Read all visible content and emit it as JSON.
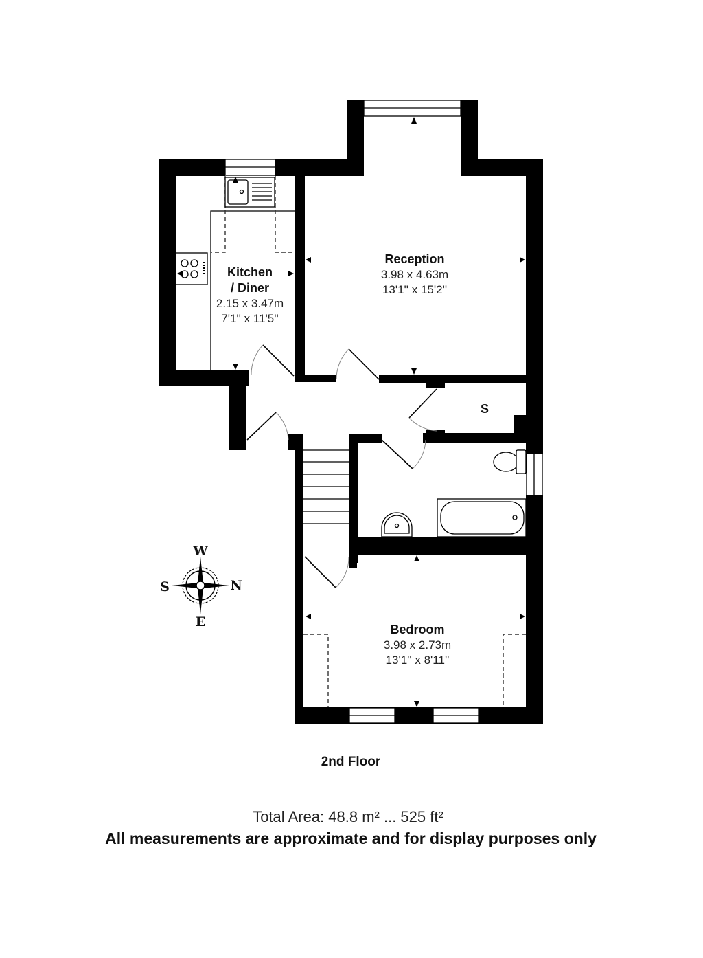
{
  "floor": {
    "name": "2nd Floor",
    "rooms": [
      {
        "id": "kitchen",
        "name_line1": "Kitchen",
        "name_line2": "/ Diner",
        "metric": "2.15 x 3.47m",
        "imperial": "7'1'' x 11'5''"
      },
      {
        "id": "reception",
        "name_line1": "Reception",
        "metric": "3.98 x 4.63m",
        "imperial": "13'1'' x 15'2''"
      },
      {
        "id": "bedroom",
        "name_line1": "Bedroom",
        "metric": "3.98 x 2.73m",
        "imperial": "13'1'' x 8'11''"
      },
      {
        "id": "storage",
        "name_line1": "S"
      }
    ],
    "fixtures": [
      "sink-icon",
      "hob-icon",
      "toilet-icon",
      "bath-icon",
      "basin-icon",
      "stairs-icon"
    ]
  },
  "compass": {
    "top": "W",
    "left": "S",
    "right": "N",
    "bottom": "E"
  },
  "footer": {
    "total_area": "Total Area: 48.8 m² ... 525 ft²",
    "disclaimer": "All measurements are approximate and for display purposes only"
  },
  "colors": {
    "wall": "#000000",
    "background": "#ffffff",
    "text": "#111111"
  }
}
